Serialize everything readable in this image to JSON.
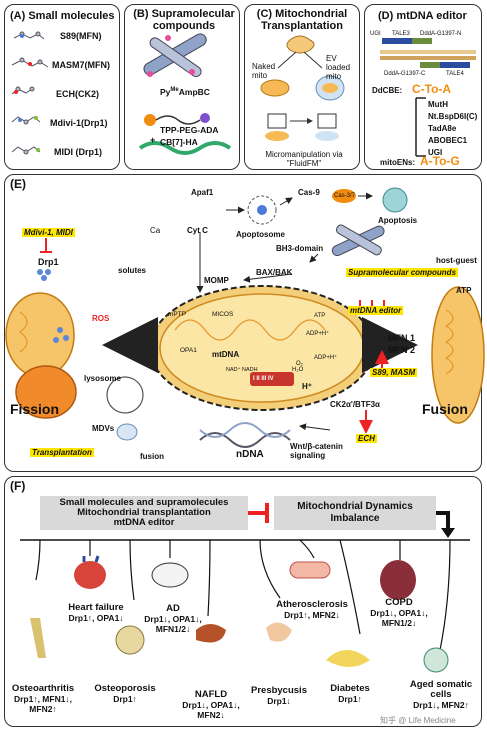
{
  "panelA": {
    "title": "(A) Small molecules",
    "items": [
      "S89(MFN)",
      "MASM7(MFN)",
      "ECH(CK2)",
      "Mdivi-1(Drp1)",
      "MIDI (Drp1)"
    ]
  },
  "panelB": {
    "title": "(B) Supramolecular compounds",
    "labels": [
      "Py",
      "Me",
      "AmpBC",
      "TPP-PEG-ADA",
      "+",
      "CB[7]-HA"
    ]
  },
  "panelC": {
    "title": "(C) Mitochondrial Transplantation",
    "naked": "Naked mito",
    "ev": "EV loaded mito",
    "micro": "Micromanipulation via \"FluidFM\""
  },
  "panelD": {
    "title": "(D) mtDNA editor",
    "ugi": "UGI",
    "tale3": "TALE3",
    "ddda_n": "DddA-G1397-N",
    "ddda_c": "DddA-G1397-C",
    "tale4": "TALE4",
    "ddcbe": "DdCBE:",
    "c_to_a": "C-To-A",
    "enzymes": [
      "MutH",
      "Nt.BspD6I(C)",
      "TadA8e",
      "ABOBEC1",
      "UGI"
    ],
    "mitoens": "mitoENs:",
    "a_to_g": "A-To-G"
  },
  "panelE": {
    "title": "(E)",
    "fission": "Fission",
    "fusion": "Fusion",
    "mdivi": "Mdivi-1, MIDI",
    "drp1": "Drp1",
    "ros": "ROS",
    "ca": "Ca",
    "solutes": "solutes",
    "lysosome": "lysosome",
    "mdvs": "MDVs",
    "transplantation": "Transplantation",
    "fusion_small": "fusion",
    "apaf1": "Apaf1",
    "cytc": "Cyt C",
    "apoptosome": "Apoptosome",
    "cas9": "Cas-9",
    "cas37": "Cas-3/7",
    "apoptosis": "Apoptosis",
    "bh3": "BH3-domain",
    "baxbak": "BAX/BAK",
    "momp": "MOMP",
    "supra": "Supramolecular compounds",
    "hostguest": "host-guest",
    "atp_right": "ATP",
    "mtdna_editor": "mtDNA editor",
    "mptp": "mPTP",
    "micos": "MICOS",
    "opa1": "OPA1",
    "mtdna": "mtDNA",
    "nadh": "NAD⁺ NADH",
    "complexes": "I II III IV",
    "atp": "ATP",
    "adp1": "ADP+H⁺",
    "adp2": "ADP+H⁺",
    "hplus": "H⁺",
    "h2o": "H₂O",
    "o2": "O₂",
    "mfn1": "MFN 1",
    "mfn2": "MFN 2",
    "s89masm": "S89, MASM",
    "ck2": "CK2α'/BTF3α",
    "ech": "ECH",
    "ndna": "nDNA",
    "wnt": "Wnt/β-catenin signaling"
  },
  "panelF": {
    "title": "(F)",
    "left_box": [
      "Small molecules and supramolecules",
      "Mitochondrial transplantation",
      "mtDNA editor"
    ],
    "right_box": [
      "Mitochondrial Dynamics",
      "Imbalance"
    ],
    "diseases": [
      {
        "name": "Heart failure",
        "markers": "Drp1↑, OPA1↓"
      },
      {
        "name": "AD",
        "markers": "Drp1↓, OPA1↓, MFN1/2↓"
      },
      {
        "name": "Atherosclerosis",
        "markers": "Drp1↑, MFN2↓"
      },
      {
        "name": "COPD",
        "markers": "Drp1↓, OPA1↓, MFN1/2↓"
      },
      {
        "name": "Osteoarthritis",
        "markers": "Drp1↑, MFN1↓, MFN2↑"
      },
      {
        "name": "Osteoporosis",
        "markers": "Drp1↑"
      },
      {
        "name": "NAFLD",
        "markers": "Drp1↓, OPA1↓, MFN2↓"
      },
      {
        "name": "Presbycusis",
        "markers": "Drp1↓"
      },
      {
        "name": "Diabetes",
        "markers": "Drp1↑"
      },
      {
        "name": "Aged somatic cells",
        "markers": "Drp1↓, MFN2↑"
      }
    ],
    "watermark": "知乎 @ Life Medicine"
  }
}
